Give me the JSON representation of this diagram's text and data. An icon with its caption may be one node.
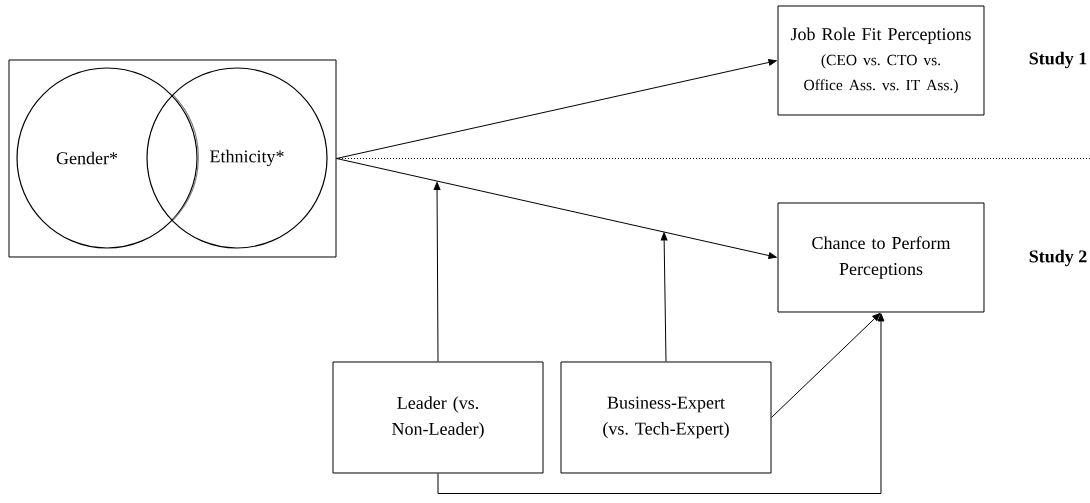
{
  "diagram": {
    "nodes": [
      {
        "text": [],
        "shape": "box"
      },
      {
        "text": [
          "Gender*"
        ],
        "in": 0
      },
      {
        "text": [
          "Ethnicity*"
        ],
        "in": 0
      },
      {
        "text": [
          "Job Role Fit Perceptions",
          "(CEO vs. CTO vs. Office Ass. vs. IT Ass.)"
        ],
        "beside": [
          "Study 1"
        ]
      },
      {
        "text": [
          "Chance to Perform Perceptions"
        ],
        "beside": [
          "Study 2"
        ]
      },
      {
        "text": [
          "Leader (vs. Non-Leader)"
        ]
      },
      {
        "text": [
          "Business-Expert (vs. Tech-Expert)"
        ]
      }
    ],
    "edges": [
      {
        "from": 0,
        "to": 3,
        "arrow": "to"
      },
      {
        "from": 0,
        "to": 4,
        "arrow": "to"
      },
      {
        "from": 5,
        "to": null,
        "arrow": "to"
      },
      {
        "from": 6,
        "to": null,
        "arrow": "to"
      },
      {
        "from": 6,
        "to": 4,
        "arrow": "to"
      },
      {
        "from": 5,
        "to": 4,
        "arrow": "to"
      }
    ]
  }
}
